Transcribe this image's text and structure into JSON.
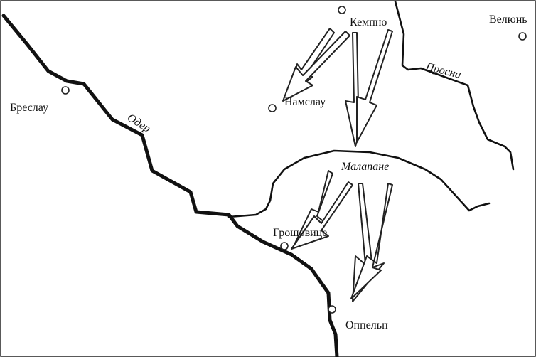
{
  "map": {
    "towns": {
      "breslau": "Бреслау",
      "kempno": "Кемпно",
      "velyun": "Велюнь",
      "namslau": "Намслау",
      "groshovitse": "Грошовице",
      "oppeln": "Оппельн"
    },
    "rivers": {
      "oder": "Одер",
      "prosna": "Просна",
      "malapane": "Малапане"
    }
  }
}
